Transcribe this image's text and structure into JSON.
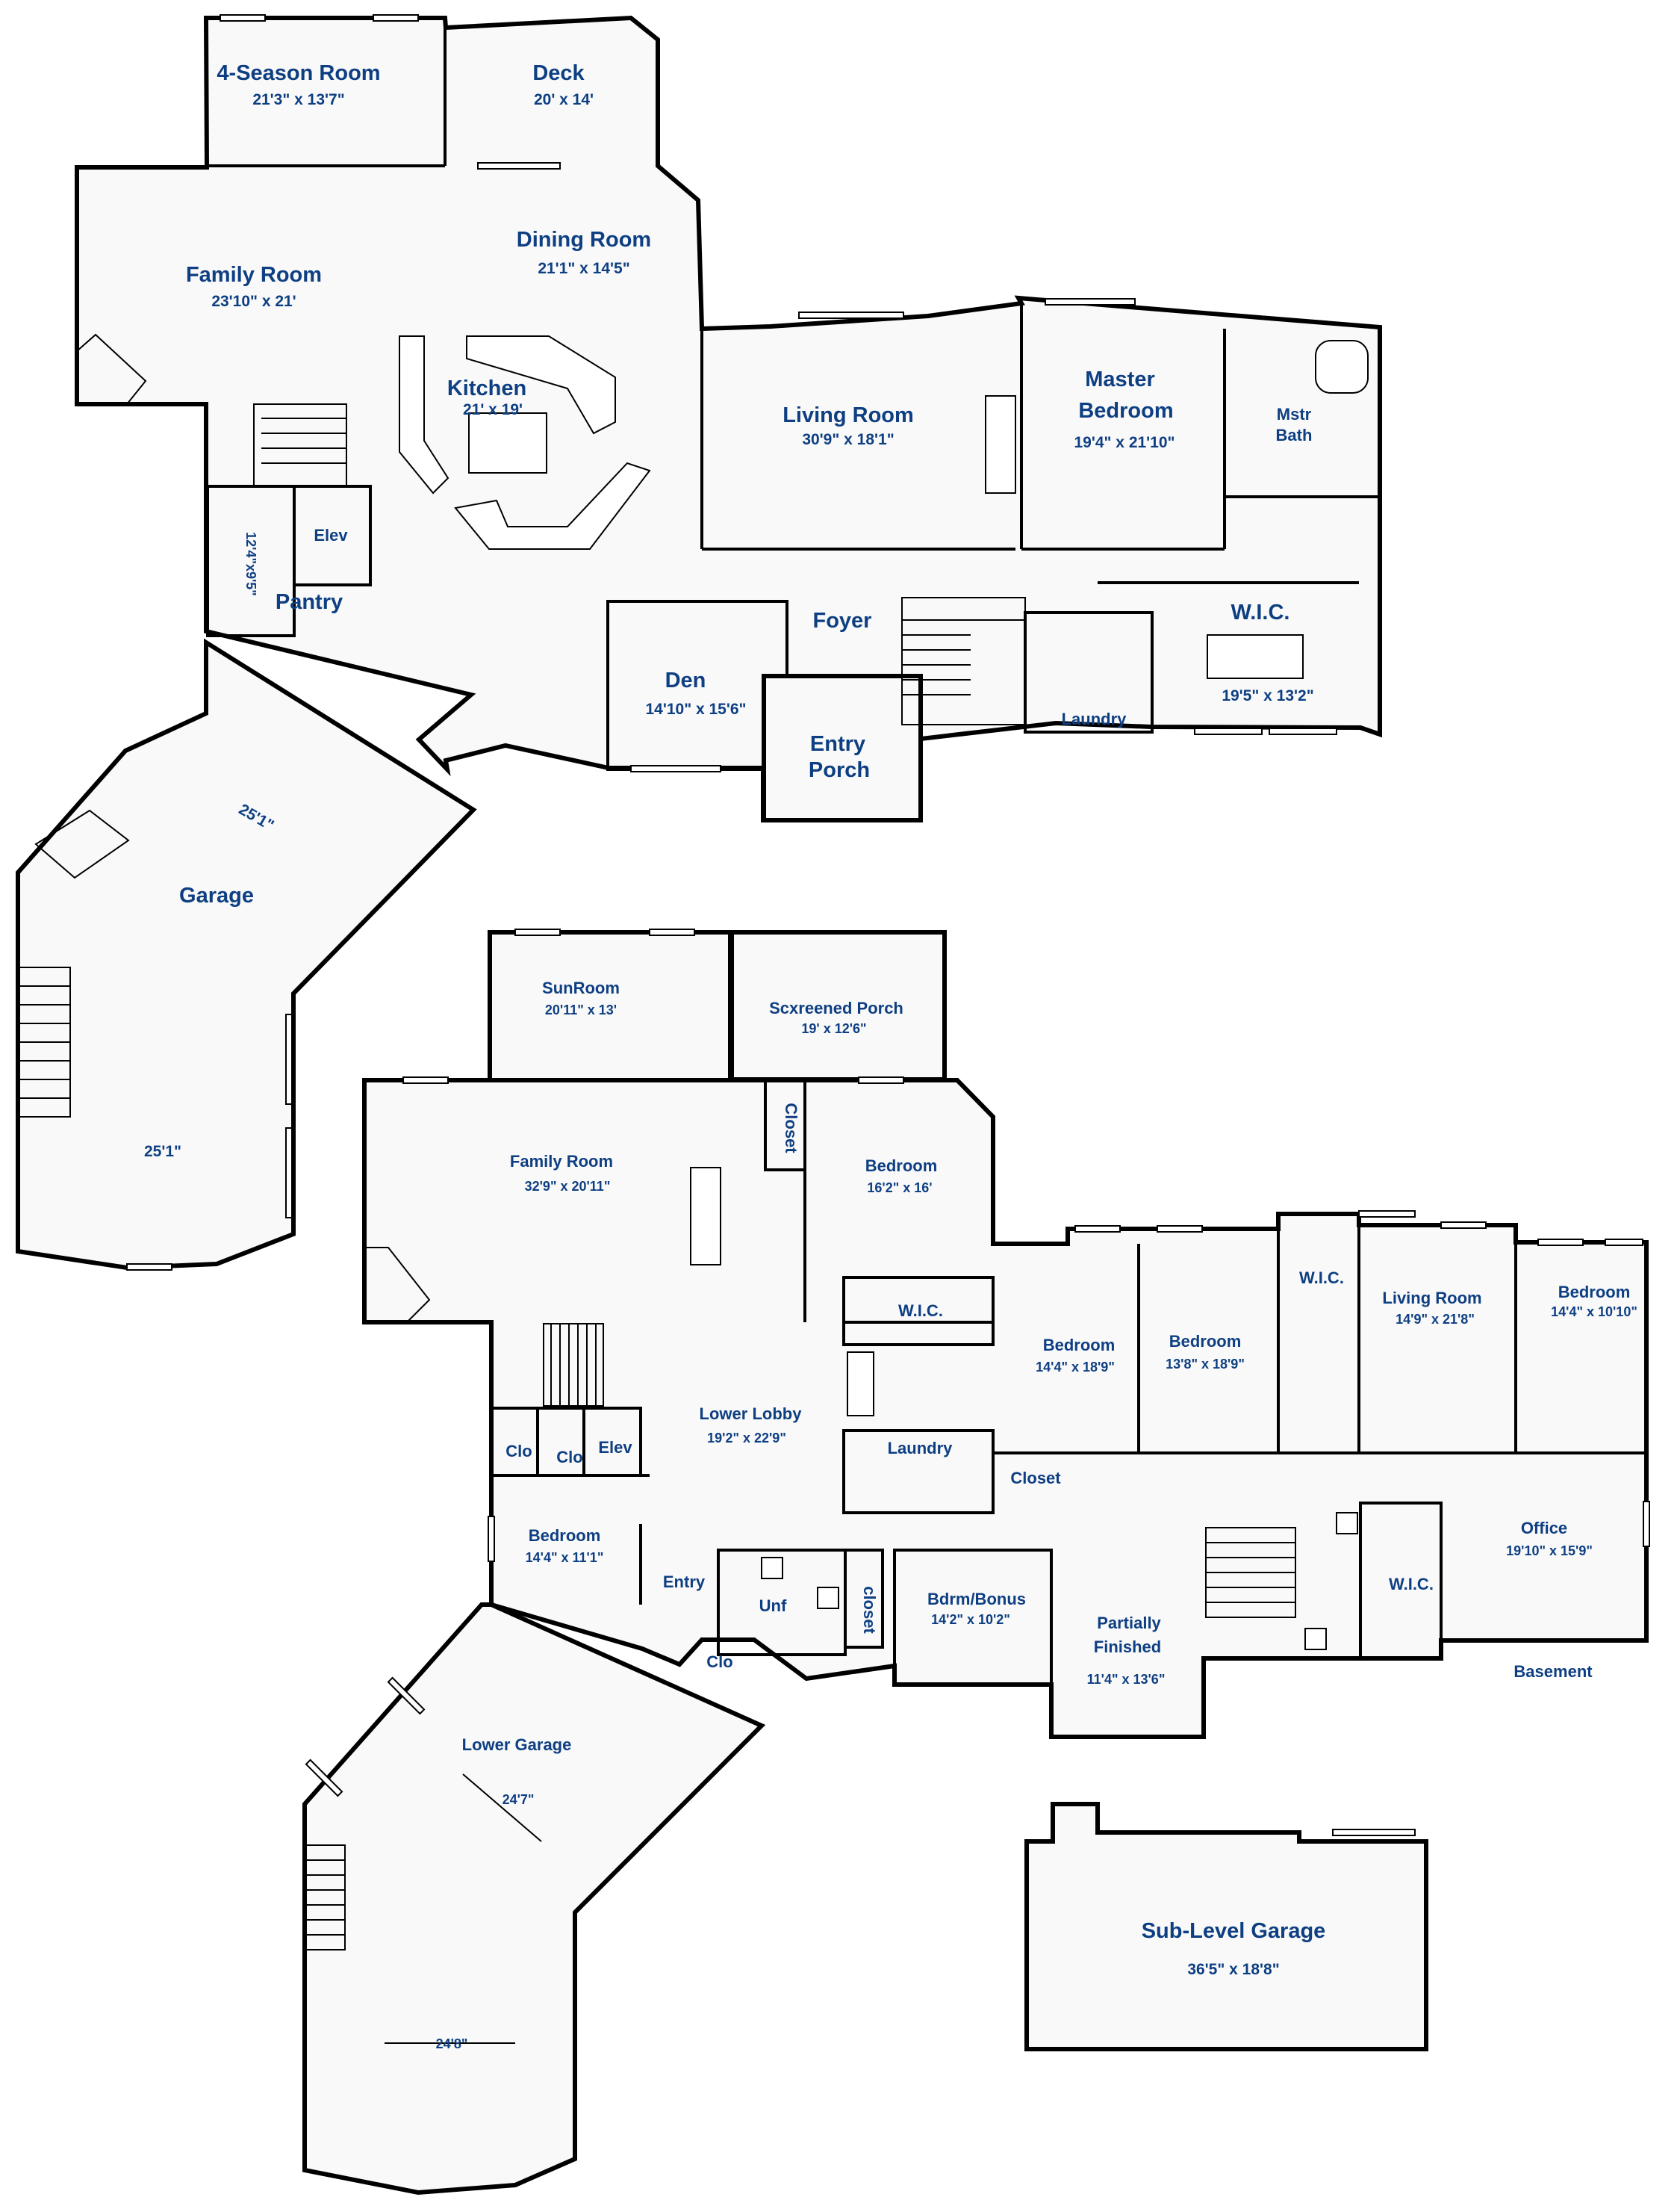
{
  "main_floor": {
    "four_season": {
      "name": "4-Season Room",
      "dim": "21'3\" x 13'7\""
    },
    "deck": {
      "name": "Deck",
      "dim": "20' x 14'"
    },
    "family_room": {
      "name": "Family Room",
      "dim": "23'10\" x 21'"
    },
    "dining_room": {
      "name": "Dining Room",
      "dim": "21'1\" x 14'5\""
    },
    "kitchen": {
      "name": "Kitchen",
      "dim": "21' x 19'"
    },
    "living_room": {
      "name": "Living Room",
      "dim": "30'9\" x 18'1\""
    },
    "master_bedroom": {
      "name1": "Master",
      "name2": "Bedroom",
      "dim": "19'4\" x 21'10\""
    },
    "mstr_bath": {
      "name1": "Mstr",
      "name2": "Bath"
    },
    "pantry_closet_dim": "12'4\"x9'5\"",
    "elev": "Elev",
    "pantry": "Pantry",
    "foyer": "Foyer",
    "den": {
      "name": "Den",
      "dim": "14'10\" x 15'6\""
    },
    "wic": {
      "name": "W.I.C.",
      "dim": "19'5\" x 13'2\""
    },
    "laundry": "Laundry",
    "entry_porch": {
      "name1": "Entry",
      "name2": "Porch"
    },
    "garage": {
      "name": "Garage",
      "dim_top": "25'1\"",
      "dim_bottom": "25'1\""
    }
  },
  "lower_floor": {
    "sunroom": {
      "name": "SunRoom",
      "dim": "20'11\" x 13'"
    },
    "screened_porch": {
      "name": "Scxreened Porch",
      "dim": "19' x 12'6\""
    },
    "family_room": {
      "name": "Family Room",
      "dim": "32'9\" x 20'11\""
    },
    "closet_vertical": "Closet",
    "bedroom_a": {
      "name": "Bedroom",
      "dim": "16'2\" x 16'"
    },
    "wic_a": "W.I.C.",
    "bedroom_b": {
      "name": "Bedroom",
      "dim": "14'4\" x 18'9\""
    },
    "bedroom_c": {
      "name": "Bedroom",
      "dim": "13'8\" x 18'9\""
    },
    "wic_b": "W.I.C.",
    "living_room": {
      "name": "Living Room",
      "dim": "14'9\" x 21'8\""
    },
    "bedroom_d": {
      "name": "Bedroom",
      "dim": "14'4\" x 10'10\""
    },
    "lower_lobby": {
      "name": "Lower Lobby",
      "dim": "19'2\" x 22'9\""
    },
    "clo_1": "Clo",
    "clo_2": "Clo",
    "elev": "Elev",
    "laundry": "Laundry",
    "closet": "Closet",
    "office": {
      "name": "Office",
      "dim": "19'10\" x 15'9\""
    },
    "bedroom_e": {
      "name": "Bedroom",
      "dim": "14'4\" x 11'1\""
    },
    "entry": "Entry",
    "unf": "Unf",
    "closet_rot": "closet",
    "bdrm_bonus": {
      "name": "Bdrm/Bonus",
      "dim": "14'2\" x 10'2\""
    },
    "partially_finished": {
      "name1": "Partially",
      "name2": "Finished",
      "dim": "11'4\" x 13'6\""
    },
    "wic_c": "W.I.C.",
    "clo_3": "Clo",
    "basement": "Basement",
    "lower_garage": {
      "name": "Lower Garage",
      "dim_diag": "24'7\"",
      "dim_bottom": "24'8\""
    }
  },
  "sub_level_garage": {
    "name": "Sub-Level Garage",
    "dim": "36'5\" x 18'8\""
  }
}
